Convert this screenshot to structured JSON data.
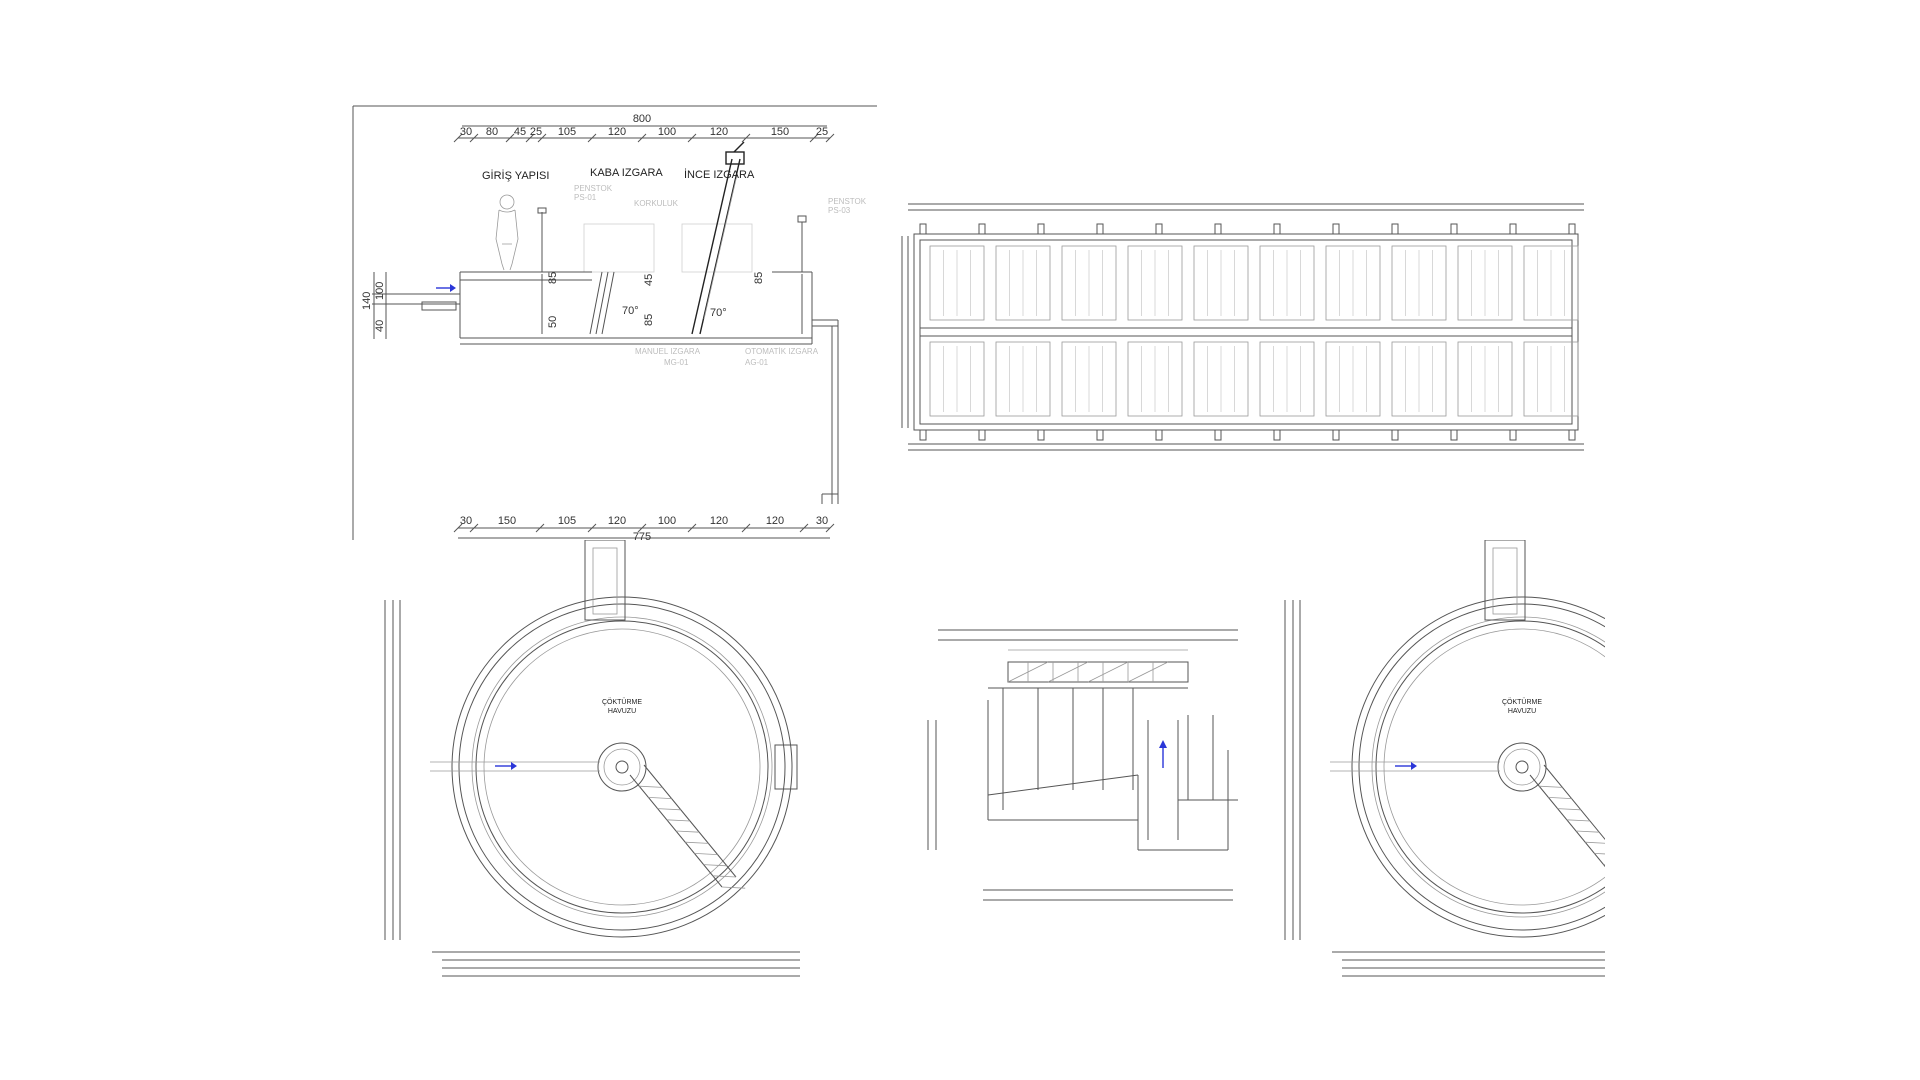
{
  "colors": {
    "background": "#ffffff",
    "line": "#555555",
    "flow_arrow": "#2a36d8",
    "faint_text": "#bdbdbd"
  },
  "section_drawing": {
    "labels": {
      "giris": "GİRİŞ YAPISI",
      "kaba": "KABA IZGARA",
      "ince": "İNCE IZGARA"
    },
    "faint_labels": {
      "ps01_title": "PENSTOK",
      "ps01_code": "PS-01",
      "korkuluk": "KORKULUK",
      "ps03_title": "PENSTOK",
      "ps03_code": "PS-03",
      "mg_title": "MANUEL IZGARA",
      "mg_code": "MG-01",
      "ag_title": "OTOMATİK IZGARA",
      "ag_code": "AG-01"
    },
    "top_total": "800",
    "top_dims": [
      "30",
      "80",
      "45",
      "25",
      "105",
      "120",
      "100",
      "120",
      "150",
      "25"
    ],
    "bottom_total": "775",
    "bottom_dims": [
      "30",
      "150",
      "105",
      "120",
      "100",
      "120",
      "120",
      "30"
    ],
    "left_dims": [
      "140",
      "100",
      "40"
    ],
    "inner_dims": [
      "85",
      "50",
      "45",
      "85",
      "85"
    ],
    "angles": [
      "70°",
      "70°"
    ]
  },
  "clarifiers": {
    "left": {
      "title_line1": "ÇÖKTÜRME",
      "title_line2": "HAVUZU"
    },
    "right": {
      "title_line1": "ÇÖKTÜRME",
      "title_line2": "HAVUZU"
    }
  }
}
